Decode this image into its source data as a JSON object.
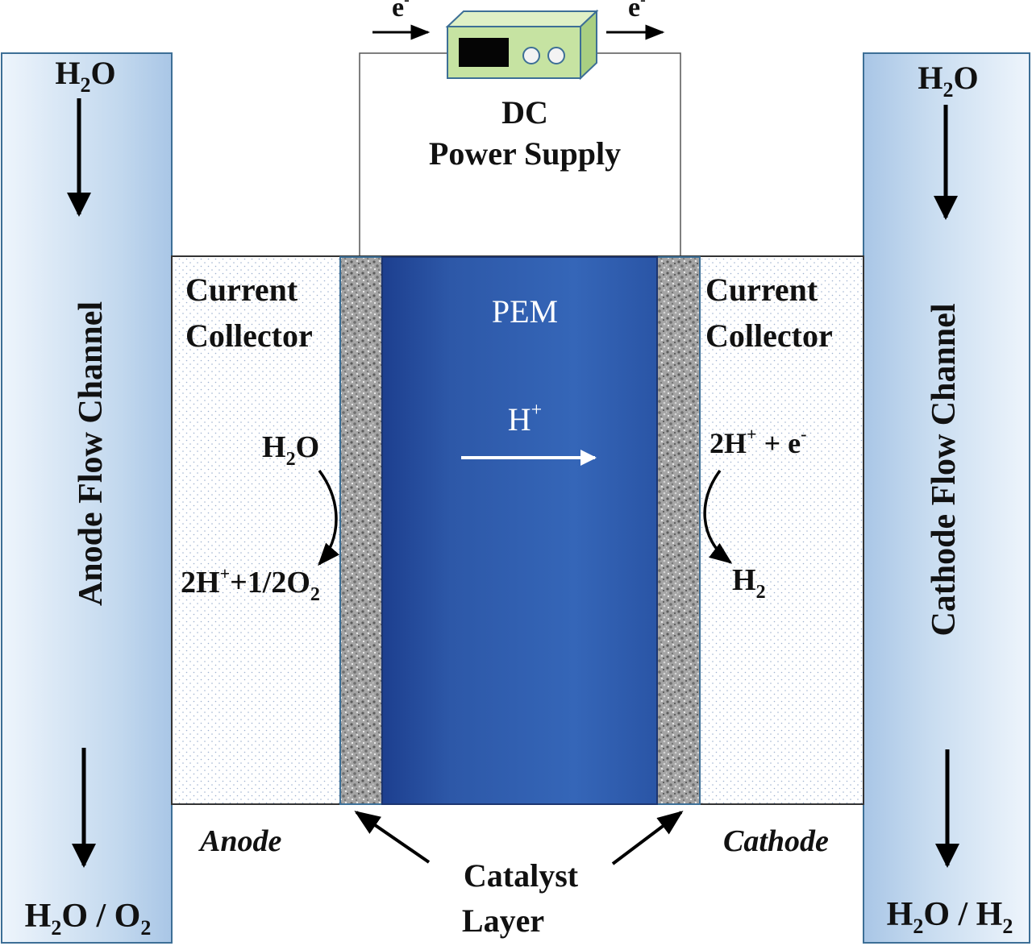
{
  "power_supply": {
    "electron_left": "e",
    "electron_right": "e",
    "electron_sup": "-",
    "label_line1": "DC",
    "label_line2": "Power Supply"
  },
  "anode_channel": {
    "inlet_label": {
      "main": "H",
      "sub": "2",
      "tail": "O"
    },
    "title": "Anode Flow Channel",
    "outlet_label": {
      "a": "H",
      "a_sub": "2",
      "b": "O / O",
      "b_sub": "2"
    }
  },
  "cathode_channel": {
    "inlet_label": {
      "main": "H",
      "sub": "2",
      "tail": "O"
    },
    "title": "Cathode Flow Channel",
    "outlet_label": {
      "a": "H",
      "a_sub": "2",
      "b": "O / H",
      "b_sub": "2"
    }
  },
  "anode_collector": {
    "line1": "Current",
    "line2": "Collector",
    "reactant": {
      "main": "H",
      "sub": "2",
      "tail": "O"
    },
    "product": {
      "a": "2H",
      "a_sup": "+",
      "b": "+1/2O",
      "b_sub": "2"
    }
  },
  "cathode_collector": {
    "line1": "Current",
    "line2": "Collector",
    "reactant": {
      "a": "2H",
      "a_sup": "+",
      "b": " + e",
      "b_sup": "-"
    },
    "product": {
      "main": "H",
      "sub": "2"
    }
  },
  "membrane": {
    "label": "PEM",
    "ion": "H",
    "ion_sup": "+"
  },
  "bottom_labels": {
    "anode": "Anode",
    "cathode": "Cathode",
    "catalyst_line1": "Catalyst",
    "catalyst_line2": "Layer"
  },
  "colors": {
    "pem_dark": "#1d3f8f",
    "pem_light": "#3566b8",
    "channel_light": "#e6f0fa",
    "channel_mid": "#b7d0ea",
    "catalyst_gray": "#9a9a9a",
    "psu_green": "#c6e3a2"
  }
}
